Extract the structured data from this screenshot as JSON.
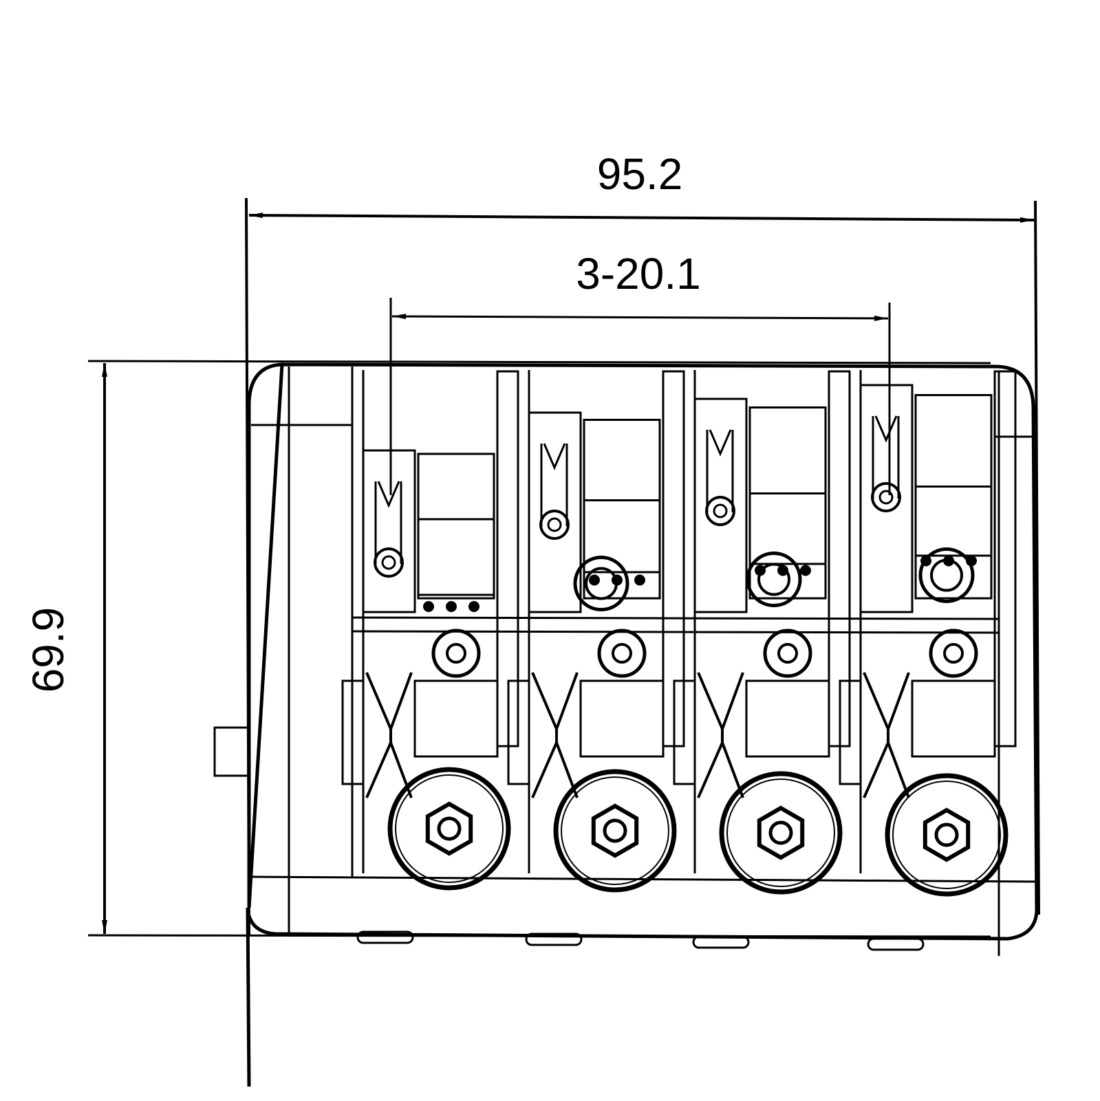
{
  "dimensions": {
    "overall_width": "95.2",
    "string_spacing": "3-20.1",
    "overall_length": "69.9"
  },
  "component": {
    "saddle_count": 4
  },
  "colors": {
    "line": "#000000",
    "background": "#ffffff"
  }
}
